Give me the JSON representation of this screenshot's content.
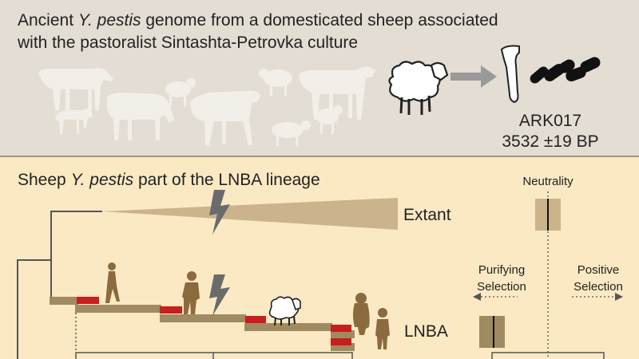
{
  "top_panel": {
    "title_line1_pre": "Ancient ",
    "title_line1_italic": "Y. pestis",
    "title_line1_post": " genome from a domesticated sheep associated",
    "title_line2": "with the pastoralist Sintashta-Petrovka culture",
    "sample_id": "ARK017",
    "sample_date": "3532 ±19 BP"
  },
  "bottom_panel": {
    "title_pre": "Sheep ",
    "title_italic": "Y. pestis",
    "title_post": " part of the LNBA lineage",
    "extant_label": "Extant",
    "lnba_label": "LNBA",
    "neutrality_label": "Neutrality",
    "purifying_line1": "Purifying",
    "purifying_line2": "Selection",
    "positive_line1": "Positive",
    "positive_line2": "Selection"
  },
  "colors": {
    "top_bg": "#e4ddd3",
    "bottom_bg": "#fbe9c3",
    "tree_brown": "#a08a62",
    "wedge_tan": "#cbb38c",
    "ghost_animal": "#f2efe9",
    "red_marker": "#c81e1e",
    "human_silhouette": "#8b6a3e",
    "dark": "#222222"
  },
  "icons": [
    "cow-icon",
    "sheep-icon",
    "bone-icon",
    "bone-fragments-icon",
    "lightning-icon",
    "human-icon",
    "arrow-icon"
  ]
}
